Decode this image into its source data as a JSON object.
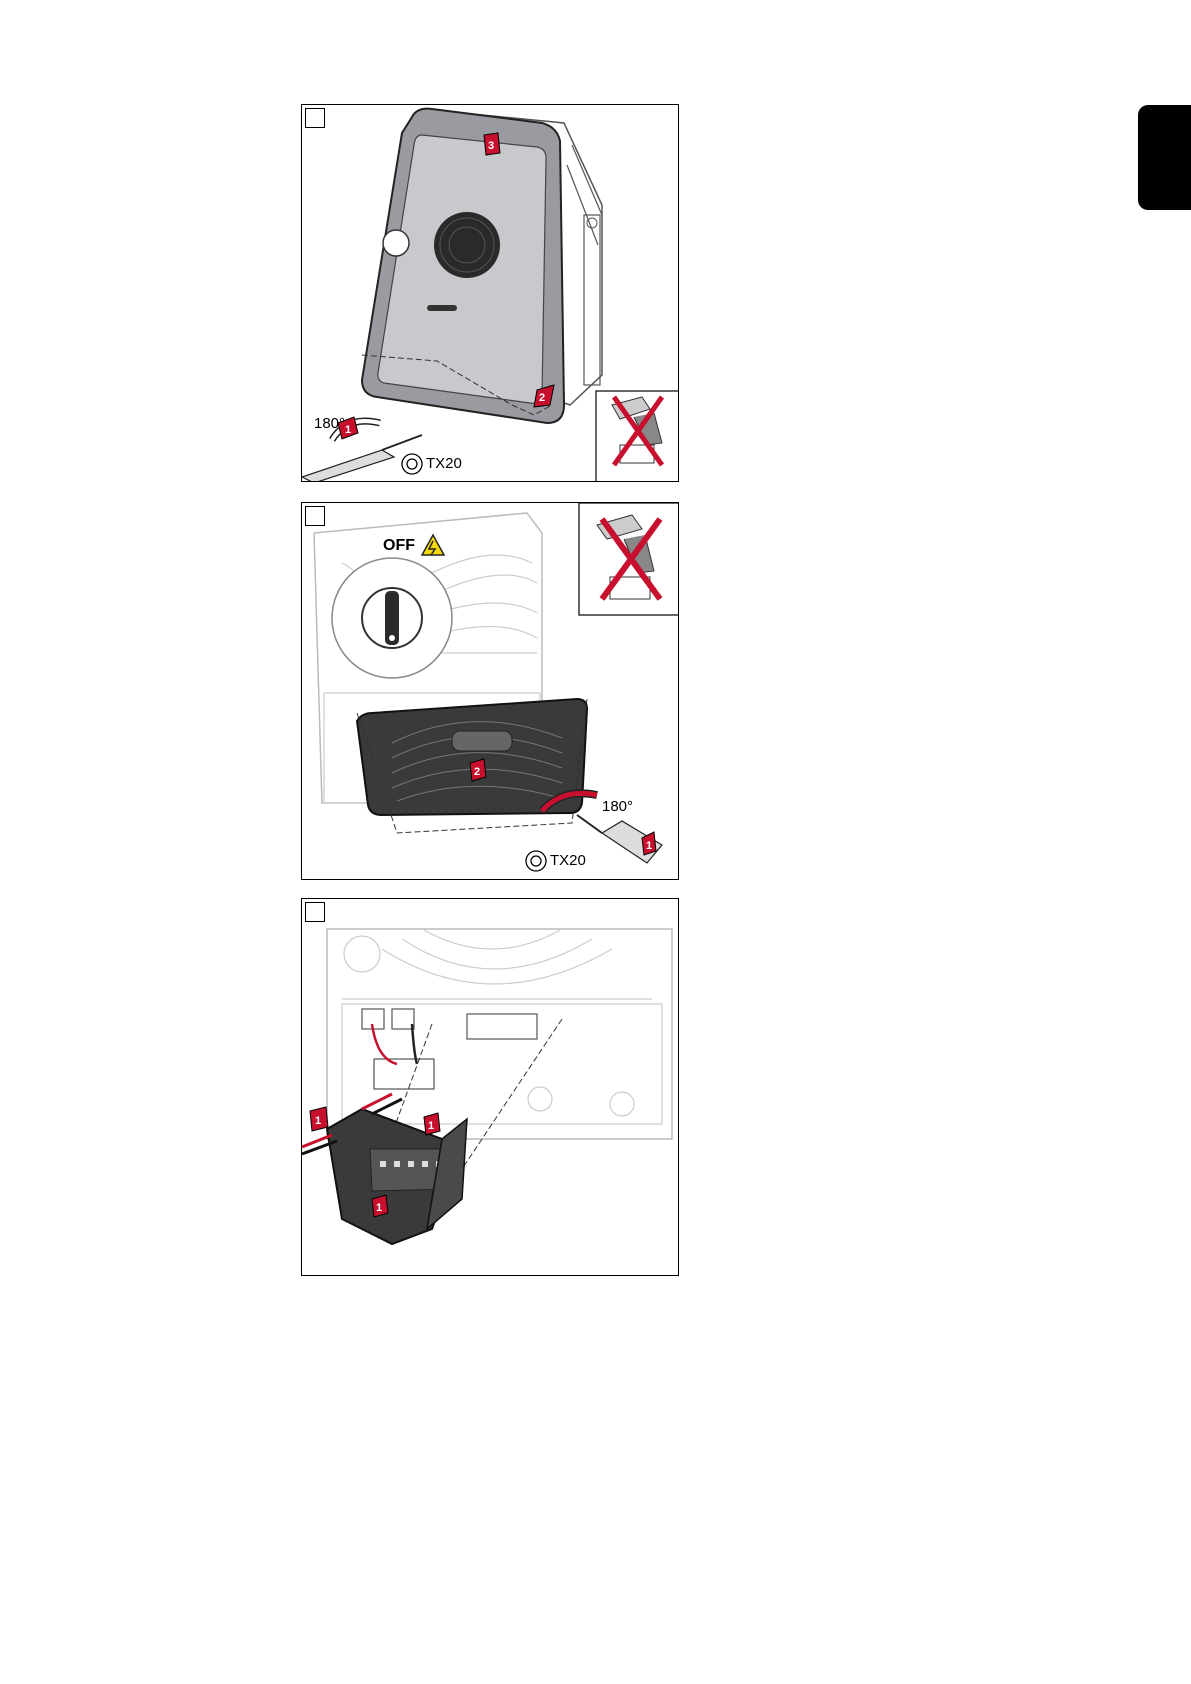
{
  "colors": {
    "accent_red": "#c8102e",
    "warning_yellow": "#f5d90a"
  },
  "steps": [
    {
      "rotation": "180°",
      "tool": "TX20",
      "badge_numbers": [
        "1",
        "2",
        "3"
      ]
    },
    {
      "switch_label": "OFF",
      "rotation": "180°",
      "tool": "TX20",
      "badge_numbers": [
        "1",
        "2"
      ]
    },
    {
      "badge_numbers": [
        "1",
        "1",
        "1"
      ]
    }
  ]
}
